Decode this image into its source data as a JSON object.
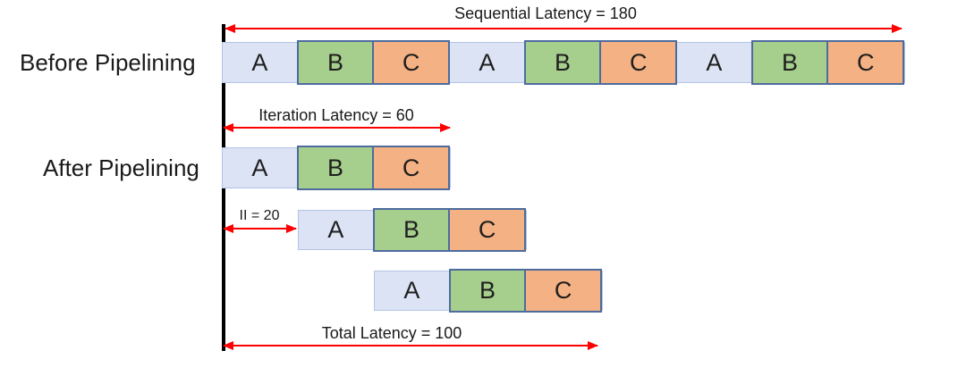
{
  "labels": {
    "before": "Before Pipelining",
    "after": "After Pipelining"
  },
  "annotations": {
    "sequential": "Sequential Latency = 180",
    "iteration": "Iteration Latency = 60",
    "initiation_interval": "II = 20",
    "total": "Total Latency = 100"
  },
  "values": {
    "sequential_latency": 180,
    "iteration_latency": 60,
    "initiation_interval": 20,
    "total_latency": 100
  },
  "stages": [
    "A",
    "B",
    "C"
  ],
  "rows": {
    "before": [
      "A",
      "B",
      "C",
      "A",
      "B",
      "C",
      "A",
      "B",
      "C"
    ],
    "after_iter1": [
      "A",
      "B",
      "C"
    ],
    "after_iter2": [
      "A",
      "B",
      "C"
    ],
    "after_iter3": [
      "A",
      "B",
      "C"
    ]
  },
  "colors": {
    "stage_a_fill": "#dbe3f4",
    "stage_a_border": "#b3c4e4",
    "stage_b_fill": "#a6ce8c",
    "stage_c_fill": "#f4b183",
    "stage_bc_border": "#4e6b9e",
    "arrow": "#ff0000",
    "axis": "#000000",
    "text": "#1a1a1a"
  }
}
